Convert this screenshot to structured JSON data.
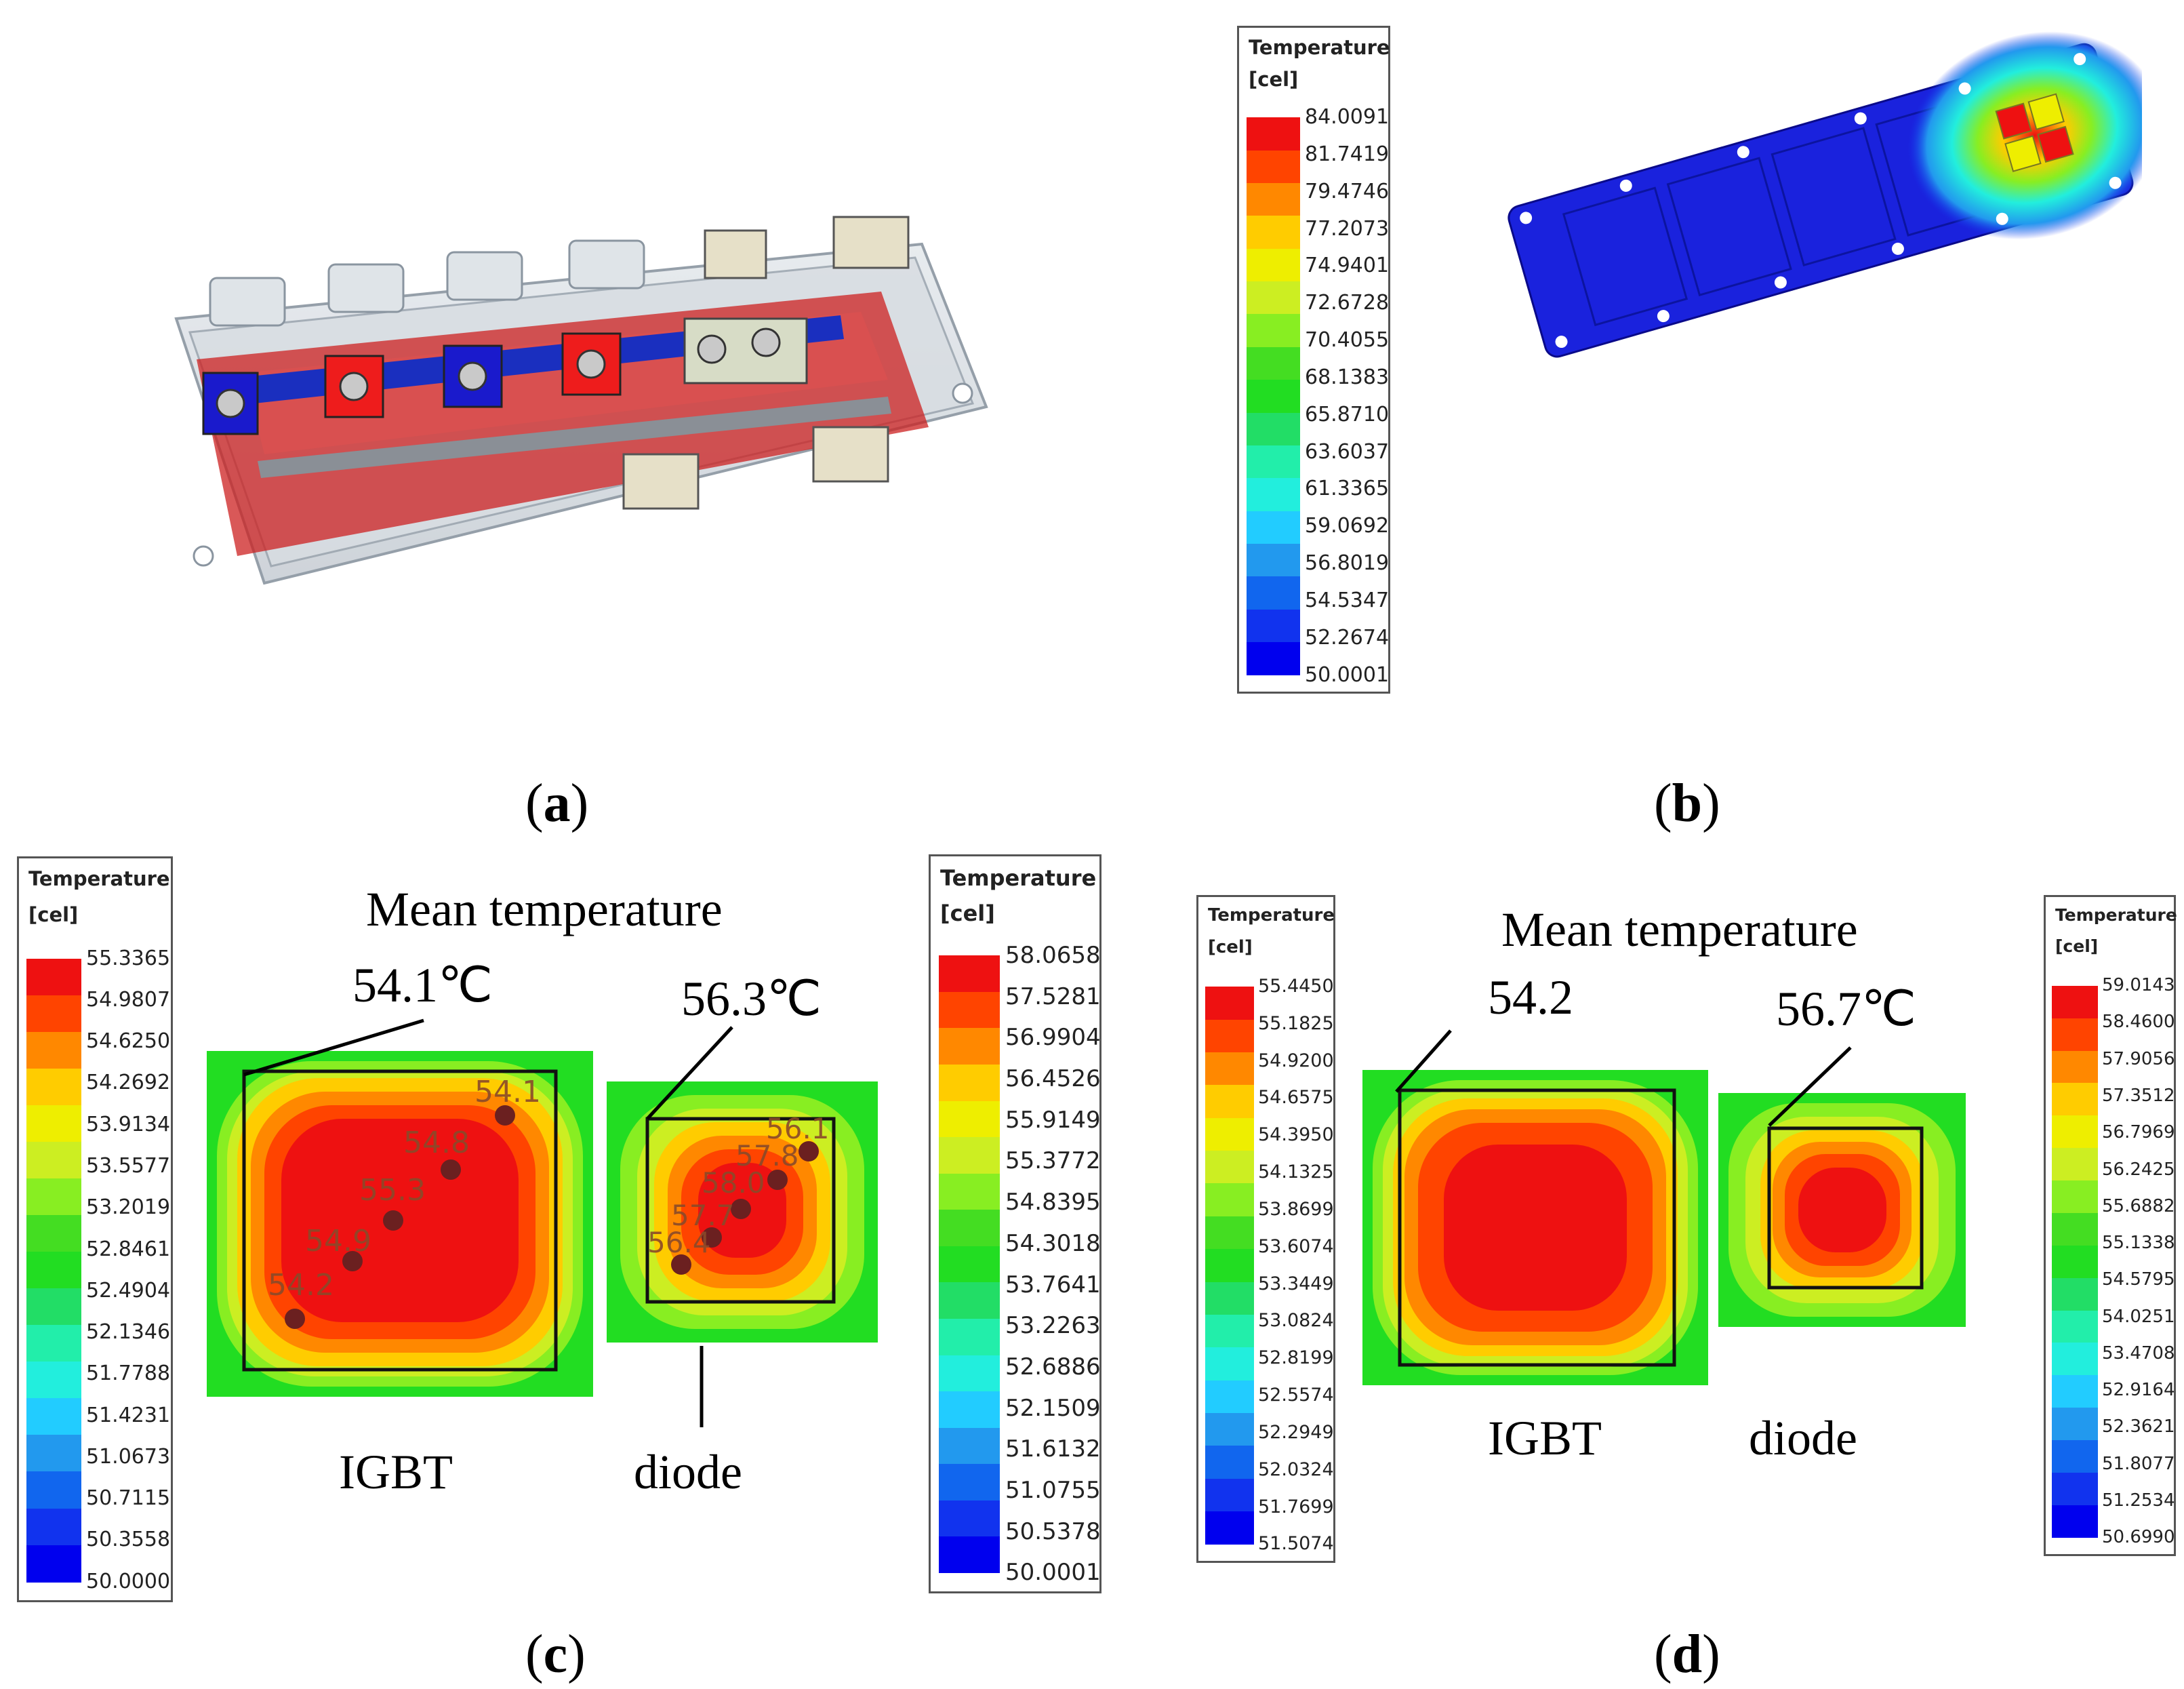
{
  "panels": {
    "a": {
      "label": "a"
    },
    "b": {
      "label": "b"
    },
    "c": {
      "label": "c"
    },
    "d": {
      "label": "d"
    }
  },
  "legend_title": "Temperature",
  "legend_unit": "[cel]",
  "color_ramp": [
    "#ee1111",
    "#ff4400",
    "#ff8800",
    "#ffcc00",
    "#eeee00",
    "#ccee22",
    "#88ee22",
    "#44dd22",
    "#22dd22",
    "#22dd66",
    "#22eeaa",
    "#22eedd",
    "#22ccff",
    "#2299ee",
    "#1166ee",
    "#1133ee",
    "#0000ee"
  ],
  "legends": [
    {
      "id": "b",
      "values": [
        "84.0091",
        "81.7419",
        "79.4746",
        "77.2073",
        "74.9401",
        "72.6728",
        "70.4055",
        "68.1383",
        "65.8710",
        "63.6037",
        "61.3365",
        "59.0692",
        "56.8019",
        "54.5347",
        "52.2674",
        "50.0001"
      ]
    },
    {
      "id": "c-igbt",
      "values": [
        "55.3365",
        "54.9807",
        "54.6250",
        "54.2692",
        "53.9134",
        "53.5577",
        "53.2019",
        "52.8461",
        "52.4904",
        "52.1346",
        "51.7788",
        "51.4231",
        "51.0673",
        "50.7115",
        "50.3558",
        "50.0000"
      ]
    },
    {
      "id": "c-diode",
      "values": [
        "58.0658",
        "57.5281",
        "56.9904",
        "56.4526",
        "55.9149",
        "55.3772",
        "54.8395",
        "54.3018",
        "53.7641",
        "53.2263",
        "52.6886",
        "52.1509",
        "51.6132",
        "51.0755",
        "50.5378",
        "50.0001"
      ]
    },
    {
      "id": "d-igbt",
      "values": [
        "55.4450",
        "55.1825",
        "54.9200",
        "54.6575",
        "54.3950",
        "54.1325",
        "53.8699",
        "53.6074",
        "53.3449",
        "53.0824",
        "52.8199",
        "52.5574",
        "52.2949",
        "52.0324",
        "51.7699",
        "51.5074"
      ]
    },
    {
      "id": "d-diode",
      "values": [
        "59.0143",
        "58.4600",
        "57.9056",
        "57.3512",
        "56.7969",
        "56.2425",
        "55.6882",
        "55.1338",
        "54.5795",
        "54.0251",
        "53.4708",
        "52.9164",
        "52.3621",
        "51.8077",
        "51.2534",
        "50.6990"
      ]
    }
  ],
  "panel_c": {
    "heading": "Mean temperature",
    "igbt_mean": "54.1℃",
    "diode_mean": "56.3℃",
    "igbt_label": "IGBT",
    "diode_label": "diode",
    "igbt_points": [
      "54.1",
      "54.8",
      "55.3",
      "54.9",
      "54.2"
    ],
    "diode_points": [
      "56.1",
      "57.8",
      "58.0",
      "57.7",
      "56.4"
    ]
  },
  "panel_d": {
    "heading": "Mean temperature",
    "igbt_mean": "54.2",
    "diode_mean": "56.7℃",
    "igbt_label": "IGBT",
    "diode_label": "diode"
  }
}
